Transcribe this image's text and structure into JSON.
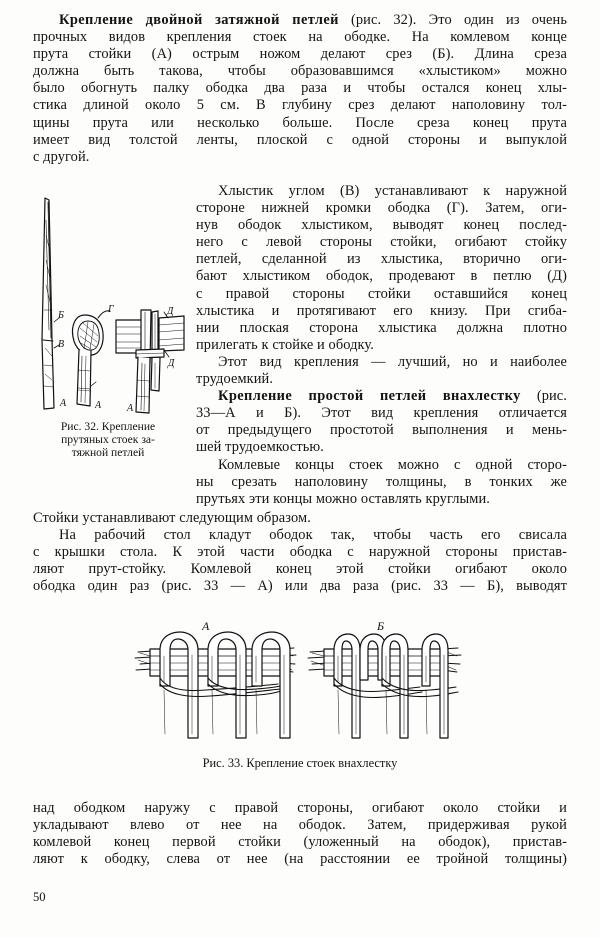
{
  "page": {
    "number": "50",
    "language": "ru"
  },
  "top_block": {
    "heading_bold": "Крепление двойной затяжной петлей",
    "lines": [
      "(рис. 32). Это один из очень",
      "прочных видов крепления стоек на ободке. На комлевом конце",
      "прута стойки (А) острым ножом делают срез (Б). Длина среза",
      "должна быть такова, чтобы образовавшимся «хлыстиком» можно",
      "было обогнуть палку ободка два раза и чтобы остался конец хлы-",
      "стика длиной около 5 см. В глубину срез делают наполовину тол-",
      "щины прута или несколько больше. После среза конец прута",
      "имеет вид толстой ленты, плоской с одной стороны и выпуклой",
      "с другой."
    ]
  },
  "figure_32": {
    "caption_lines": [
      "Рис. 32. Крепление",
      "прутяных стоек за-",
      "тяжной петлей"
    ],
    "labels": [
      "Б",
      "В",
      "А",
      "А",
      "Г",
      "А",
      "Д",
      "Д"
    ]
  },
  "right_column": {
    "paragraph_1_lines": [
      "Хлыстик углом (В) устанавливают к наружной",
      "стороне нижней кромки ободка (Г). Затем, оги-",
      "нув ободок хлыстиком, выводят конец послед-",
      "него с левой стороны стойки, огибают стойку",
      "петлей, сделанной из хлыстика, вторично оги-",
      "бают хлыстиком ободок, продевают в петлю (Д)",
      "с правой стороны стойки оставшийся конец",
      "хлыстика и протягивают его книзу. При сгиба-",
      "нии плоская сторона хлыстика должна плотно",
      "прилегать к стойке и ободку."
    ],
    "paragraph_2_lines": [
      "Этот вид крепления — лучший, но и наиболее",
      "трудоемкий."
    ],
    "paragraph_3_bold": "Крепление простой петлей внахлестку",
    "paragraph_3_lines": [
      "(рис.",
      "33—А и Б). Этот вид крепления отличается",
      "от предыдущего простотой выполнения и мень-",
      "шей трудоемкостью."
    ],
    "paragraph_4_lines": [
      "Комлевые концы стоек можно с одной сторо-",
      "ны срезать наполовину толщины, в тонких же",
      "прутьях эти концы можно оставлять круглыми."
    ]
  },
  "mid_block": {
    "lines": [
      "Стойки устанавливают следующим образом.",
      "На рабочий стол кладут ободок так, чтобы часть его свисала",
      "с крышки стола. К этой части ободка с наружной стороны пристав-",
      "ляют прут-стойку. Комлевой конец этой стойки огибают около",
      "ободка один раз (рис. 33 — А) или два раза (рис. 33 — Б), выводят"
    ]
  },
  "figure_33": {
    "caption": "Рис. 33. Крепление стоек внахлестку",
    "label_left": "А",
    "label_right": "Б"
  },
  "bottom_block": {
    "lines": [
      "над ободком наружу с правой стороны, огибают около стойки и",
      "укладывают влево от нее на ободок. Затем, придерживая рукой",
      "комлевой конец первой стойки (уложенный на ободок), пристав-",
      "ляют к ободку, слева от нее (на расстоянии ее тройной толщины)"
    ]
  }
}
